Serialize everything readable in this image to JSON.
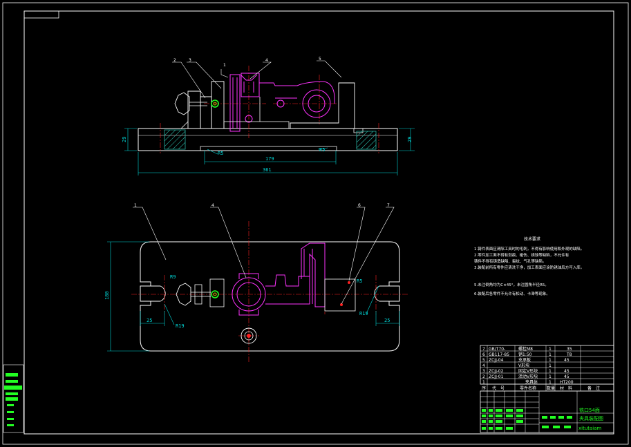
{
  "drawing": {
    "colors": {
      "background": "#000000",
      "outline": "#ffffff",
      "dimension": "#00d8d8",
      "center": "#ff2020",
      "part": "#ff33ff",
      "hatch": "#2ab0a0",
      "accent": "#22ff22",
      "yellow": "#ffff00"
    },
    "front_view": {
      "part_labels": [
        "2",
        "3",
        "1",
        "4",
        "5"
      ],
      "dimensions": {
        "height_left": "29",
        "height_right": "29",
        "bottom_length": "179",
        "overall_length": "361",
        "r_left": "R5",
        "r_right": "R5"
      }
    },
    "top_view": {
      "part_labels": [
        "1",
        "4",
        "6",
        "7"
      ],
      "dimensions": {
        "height": "180",
        "left_x": "25",
        "right_x": "25",
        "r_left": "R9",
        "r_left2": "R19",
        "r_right": "R19",
        "r_right2": "R5"
      }
    },
    "technical_requirements": {
      "title": "技术要求",
      "lines": [
        "1.铸件表面应清除工具时的毛刺，不得有影响使用和外观的缺陷。",
        "2.零件加工面不得有划痕、碰伤、锈蚀等缺陷，不允许有",
        "  铸件不得有铸造缺陷、裂纹、气孔等缺陷。",
        "3.装配前所有零件应清洗干净，加工表面应涂防锈油后方可入库。",
        "",
        "5.未注倒角均为C×45°，未注圆角半径R5。",
        "6.装配后各零件不允许有松动、卡滞等现象。"
      ]
    },
    "bom": {
      "rows": [
        {
          "no": "7",
          "code": "GB/T70-",
          "name": "螺栓M8",
          "qty": "1",
          "material": "35",
          "note": ""
        },
        {
          "no": "6",
          "code": "GB117-85",
          "name": "销1:50",
          "qty": "1",
          "material": "T8",
          "note": ""
        },
        {
          "no": "5",
          "code": "ZCJJ-04",
          "name": "支承板",
          "qty": "1",
          "material": "45",
          "note": ""
        },
        {
          "no": "4",
          "code": "",
          "name": "V形块",
          "qty": "1",
          "material": "",
          "note": ""
        },
        {
          "no": "3",
          "code": "ZCJJ-02",
          "name": "固定V形块",
          "qty": "1",
          "material": "45",
          "note": ""
        },
        {
          "no": "2",
          "code": "ZCJJ-01",
          "name": "活动V形块",
          "qty": "1",
          "material": "45",
          "note": ""
        },
        {
          "no": "1",
          "code": "",
          "name": "夹具体",
          "qty": "1",
          "material": "HT200",
          "note": ""
        }
      ],
      "header": [
        "序",
        "代　号",
        "零件名称",
        "数量",
        "材　料",
        "备　注"
      ]
    },
    "title_block": {
      "title_line1": "铣口54面",
      "title_line2": "夹具装配图",
      "watermark": "xitutaiam"
    }
  }
}
